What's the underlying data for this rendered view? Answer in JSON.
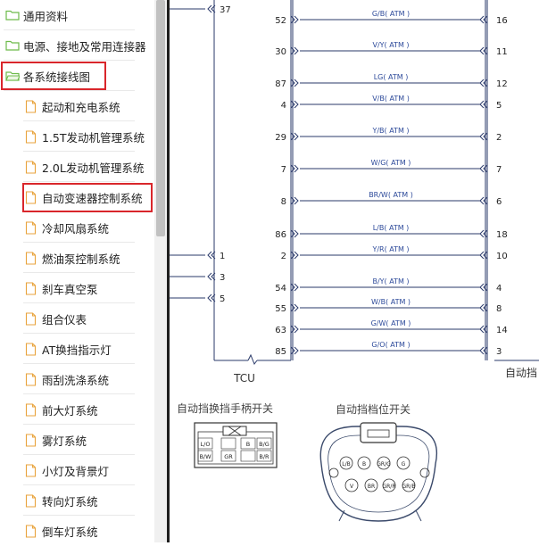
{
  "sidebar": {
    "items": [
      {
        "label": "通用资料",
        "level": 0,
        "icon": "folder-icon"
      },
      {
        "label": "电源、接地及常用连接器",
        "level": 0,
        "icon": "folder-icon"
      },
      {
        "label": "各系统接线图",
        "level": 0,
        "icon": "folder-open-icon",
        "highlighted": true
      },
      {
        "label": "起动和充电系统",
        "level": 1,
        "icon": "document-icon"
      },
      {
        "label": "1.5T发动机管理系统",
        "level": 1,
        "icon": "document-icon"
      },
      {
        "label": "2.0L发动机管理系统",
        "level": 1,
        "icon": "document-icon"
      },
      {
        "label": "自动变速器控制系统",
        "level": 1,
        "icon": "document-icon",
        "highlighted": true
      },
      {
        "label": "冷却风扇系统",
        "level": 1,
        "icon": "document-icon"
      },
      {
        "label": "燃油泵控制系统",
        "level": 1,
        "icon": "document-icon"
      },
      {
        "label": "刹车真空泵",
        "level": 1,
        "icon": "document-icon"
      },
      {
        "label": "组合仪表",
        "level": 1,
        "icon": "document-icon"
      },
      {
        "label": "AT换挡指示灯",
        "level": 1,
        "icon": "document-icon"
      },
      {
        "label": "雨刮洗涤系统",
        "level": 1,
        "icon": "document-icon"
      },
      {
        "label": "前大灯系统",
        "level": 1,
        "icon": "document-icon"
      },
      {
        "label": "雾灯系统",
        "level": 1,
        "icon": "document-icon"
      },
      {
        "label": "小灯及背景灯",
        "level": 1,
        "icon": "document-icon"
      },
      {
        "label": "转向灯系统",
        "level": 1,
        "icon": "document-icon"
      },
      {
        "label": "倒车灯系统",
        "level": 1,
        "icon": "document-icon"
      }
    ]
  },
  "diagram": {
    "top_left_pin": "37",
    "left_pins": [
      {
        "pin": "52",
        "wire": "G/B( ATM )",
        "right_pin": "16"
      },
      {
        "pin": "30",
        "wire": "V/Y( ATM )",
        "right_pin": "11"
      },
      {
        "pin": "87",
        "wire": "LG( ATM )",
        "right_pin": "12"
      },
      {
        "pin": "4",
        "wire": "V/B( ATM )",
        "right_pin": "5"
      },
      {
        "pin": "29",
        "wire": "Y/B( ATM )",
        "right_pin": "2"
      },
      {
        "pin": "7",
        "wire": "W/G( ATM )",
        "right_pin": "7"
      },
      {
        "pin": "8",
        "wire": "BR/W( ATM )",
        "right_pin": "6"
      },
      {
        "pin": "86",
        "wire": "L/B( ATM )",
        "right_pin": "18"
      },
      {
        "pin": "2",
        "wire": "Y/R( ATM )",
        "right_pin": "10"
      },
      {
        "pin": "54",
        "wire": "B/Y( ATM )",
        "right_pin": "4"
      },
      {
        "pin": "55",
        "wire": "W/B( ATM )",
        "right_pin": "8"
      },
      {
        "pin": "63",
        "wire": "G/W( ATM )",
        "right_pin": "14"
      },
      {
        "pin": "85",
        "wire": "G/O( ATM )",
        "right_pin": "3"
      }
    ],
    "external_pins": [
      "1",
      "3",
      "5"
    ],
    "tcu_label": "TCU",
    "right_module_label": "自动挡",
    "connector_left_title": "自动挡换挡手柄开关",
    "connector_right_title": "自动挡档位开关",
    "left_connector_pins": {
      "row1": [
        "L/O",
        "",
        "B",
        "B/G"
      ],
      "row2": [
        "B/W",
        "GR",
        "",
        "B/R"
      ]
    },
    "right_connector_pins": {
      "row1": [
        "L/B",
        "B",
        "GR/G",
        "G"
      ],
      "row2": [
        "V",
        "BR",
        "GR/R",
        "GR/B"
      ]
    }
  },
  "colors": {
    "wire": "#2a3a6a",
    "wire_label": "#2d4a9a",
    "highlight": "#d9262b",
    "folder": "#6dbb4a",
    "document": "#e8a33c"
  }
}
